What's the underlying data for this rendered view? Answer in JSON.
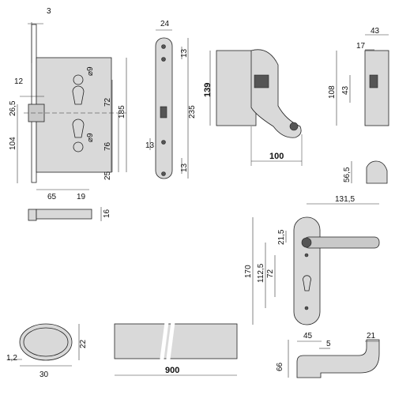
{
  "lock_body": {
    "dims": [
      "3",
      "12",
      "26,5",
      "104",
      "65",
      "19",
      "185",
      "72",
      "76",
      "25",
      "9",
      "9"
    ],
    "diameter_prefix": "⌀"
  },
  "lock_end": {
    "dim": "16"
  },
  "faceplate": {
    "dims": [
      "24",
      "13",
      "235",
      "13",
      "13"
    ]
  },
  "pull_handle": {
    "dims": [
      "139",
      "100"
    ]
  },
  "wall_box": {
    "dims": [
      "43",
      "17",
      "108",
      "43"
    ]
  },
  "catch": {
    "dim": "56,5"
  },
  "lever_plate": {
    "dims": [
      "131,5",
      "21,5",
      "112,5",
      "72",
      "170"
    ]
  },
  "lever_top": {
    "dims": [
      "45",
      "5",
      "21",
      "66"
    ]
  },
  "escutcheon": {
    "dims": [
      "22",
      "1,2",
      "30"
    ]
  },
  "bar": {
    "dim": "900"
  }
}
